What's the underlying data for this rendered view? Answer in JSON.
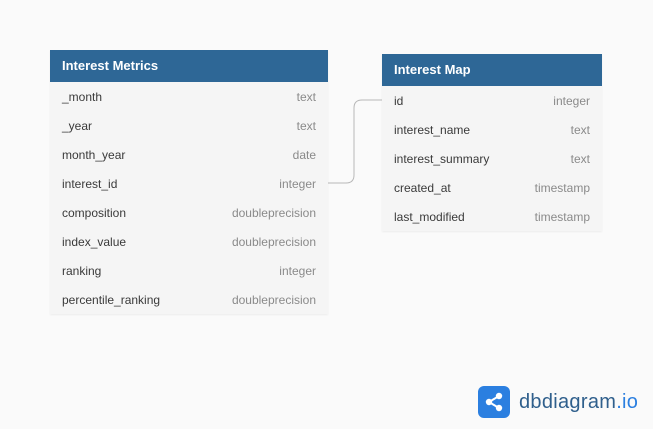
{
  "tables": [
    {
      "title": "Interest Metrics",
      "columns": [
        {
          "name": "_month",
          "type": "text"
        },
        {
          "name": "_year",
          "type": "text"
        },
        {
          "name": "month_year",
          "type": "date"
        },
        {
          "name": "interest_id",
          "type": "integer"
        },
        {
          "name": "composition",
          "type": "doubleprecision"
        },
        {
          "name": "index_value",
          "type": "doubleprecision"
        },
        {
          "name": "ranking",
          "type": "integer"
        },
        {
          "name": "percentile_ranking",
          "type": "doubleprecision"
        }
      ]
    },
    {
      "title": "Interest Map",
      "columns": [
        {
          "name": "id",
          "type": "integer"
        },
        {
          "name": "interest_name",
          "type": "text"
        },
        {
          "name": "interest_summary",
          "type": "text"
        },
        {
          "name": "created_at",
          "type": "timestamp"
        },
        {
          "name": "last_modified",
          "type": "timestamp"
        }
      ]
    }
  ],
  "relationship": {
    "from": "Interest Metrics.interest_id",
    "to": "Interest Map.id"
  },
  "logo": {
    "name": "dbdiagram",
    "tld": ".io"
  },
  "colors": {
    "header": "#2e6796",
    "accent": "#2b7fe0"
  }
}
